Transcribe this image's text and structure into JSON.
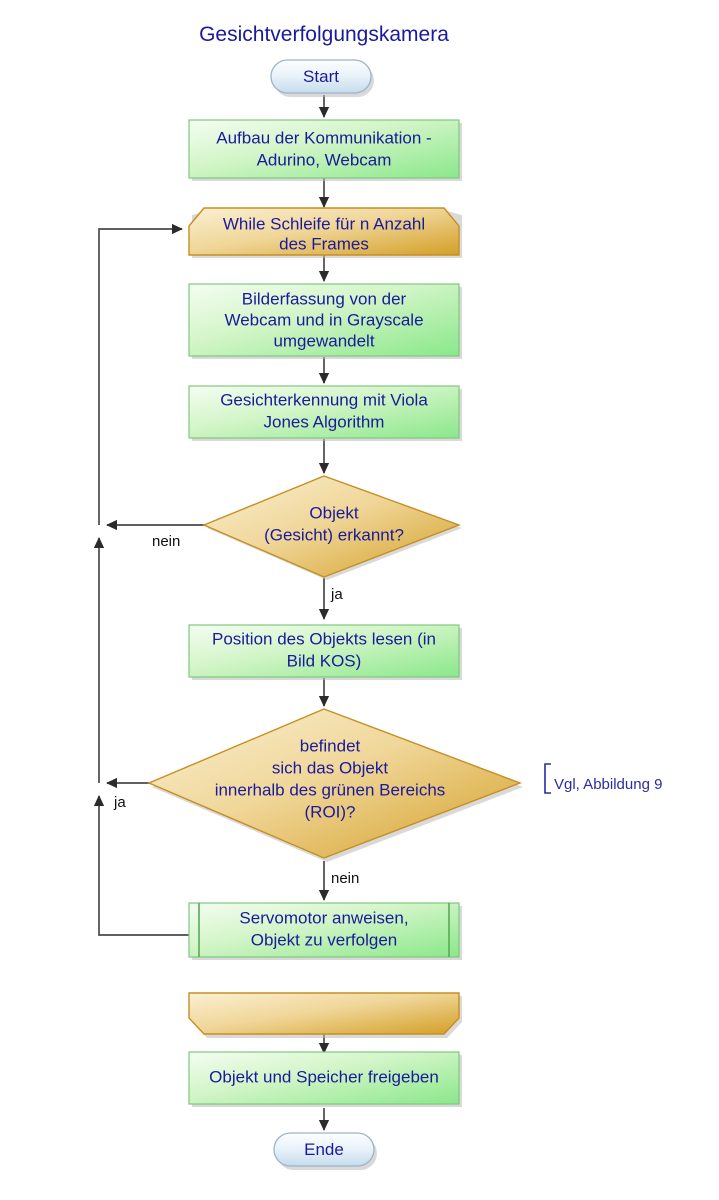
{
  "title": "Gesichtverfolgungskamera",
  "colors": {
    "text_blue": "#1a1a9c",
    "green_light": "#f2fdf0",
    "green_dark": "#8ce88c",
    "orange_light": "#faecc4",
    "orange_dark": "#d9a32c",
    "terminator_light": "#fcfeff",
    "terminator_dark": "#cadfee",
    "connector": "#4a4a4a",
    "label_black": "#111111",
    "note_blue": "#2b2b9e"
  },
  "nodes": {
    "start": {
      "label": "Start",
      "shape": "terminator"
    },
    "setup": {
      "label_line1": "Aufbau der Kommunikation -",
      "label_line2": "Adurino, Webcam",
      "shape": "process"
    },
    "loop_start": {
      "label_line1": "While Schleife für n Anzahl",
      "label_line2": "des Frames",
      "shape": "loop-limit-start"
    },
    "capture": {
      "label_line1": "Bilderfassung von der",
      "label_line2": "Webcam und in Grayscale",
      "label_line3": "umgewandelt",
      "shape": "process"
    },
    "detect": {
      "label_line1": "Gesichterkennung mit Viola",
      "label_line2": "Jones Algorithm",
      "shape": "process"
    },
    "decision_face": {
      "label_line1": "Objekt",
      "label_line2": "(Gesicht) erkannt?",
      "shape": "decision"
    },
    "read_position": {
      "label_line1": "Position des Objekts lesen (in",
      "label_line2": "Bild KOS)",
      "shape": "process"
    },
    "decision_roi": {
      "label_line1": "befindet",
      "label_line2": "sich das Objekt",
      "label_line3": "innerhalb des grünen Bereichs",
      "label_line4": "(ROI)?",
      "shape": "decision"
    },
    "servo": {
      "label_line1": "Servomotor anweisen,",
      "label_line2": "Objekt zu verfolgen",
      "shape": "subroutine"
    },
    "loop_end": {
      "label": "",
      "shape": "loop-limit-end"
    },
    "release": {
      "label": "Objekt und Speicher freigeben",
      "shape": "process"
    },
    "end": {
      "label": "Ende",
      "shape": "terminator"
    }
  },
  "edge_labels": {
    "face_no": "nein",
    "face_yes": "ja",
    "roi_yes": "ja",
    "roi_no": "nein"
  },
  "annotation": {
    "text": "Vgl, Abbildung 9",
    "bracket": "["
  }
}
